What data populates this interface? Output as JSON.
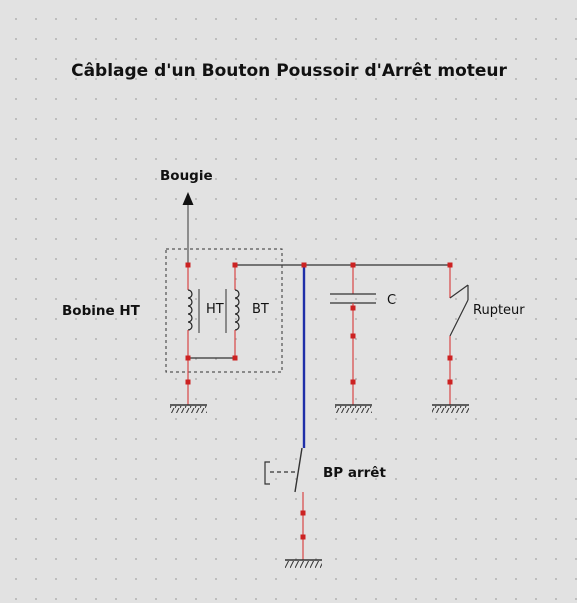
{
  "title": "Câblage d'un Bouton Poussoir d'Arrêt moteur",
  "labels": {
    "bougie": "Bougie",
    "bobine": "Bobine HT",
    "ht": "HT",
    "bt": "BT",
    "condensateur": "C",
    "rupteur": "Rupteur",
    "bp_arret": "BP arrêt"
  },
  "colors": {
    "wire": "#d94545",
    "wire_dark": "#555555",
    "bp_wire": "#1f2fa8",
    "node": "#cc2222",
    "text": "#111111"
  }
}
